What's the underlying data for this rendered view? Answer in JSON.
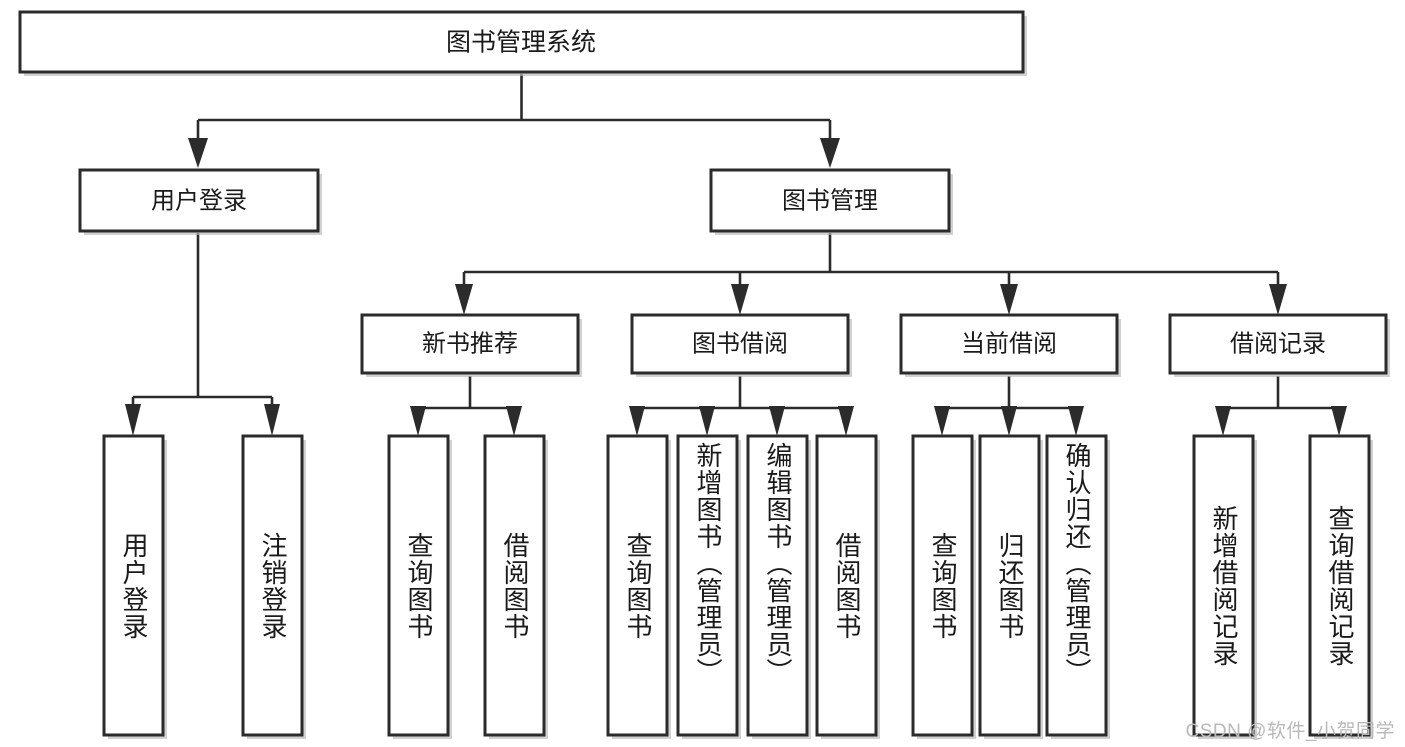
{
  "diagram": {
    "type": "tree",
    "title": "图书管理系统",
    "orientation": "top-down",
    "watermark": "CSDN @软件_小贺同学",
    "colors": {
      "box_fill": "#ffffff",
      "box_stroke": "#2b2b2b",
      "edge": "#2b2b2b",
      "text": "#1a1a1a",
      "watermark": "#b9b9b9"
    },
    "levels": {
      "root": {
        "label": "图书管理系统"
      },
      "level2": [
        {
          "label": "用户登录"
        },
        {
          "label": "图书管理"
        }
      ],
      "level3": [
        {
          "label": "新书推荐",
          "parent": "图书管理"
        },
        {
          "label": "图书借阅",
          "parent": "图书管理"
        },
        {
          "label": "当前借阅",
          "parent": "图书管理"
        },
        {
          "label": "借阅记录",
          "parent": "图书管理"
        }
      ],
      "leaves": [
        {
          "label": "用户登录",
          "parent": "用户登录"
        },
        {
          "label": "注销登录",
          "parent": "用户登录"
        },
        {
          "label": "查询图书",
          "parent": "新书推荐"
        },
        {
          "label": "借阅图书",
          "parent": "新书推荐"
        },
        {
          "label": "查询图书",
          "parent": "图书借阅"
        },
        {
          "label": "新增图书（管理员）",
          "parent": "图书借阅"
        },
        {
          "label": "编辑图书（管理员）",
          "parent": "图书借阅"
        },
        {
          "label": "借阅图书",
          "parent": "图书借阅"
        },
        {
          "label": "查询图书",
          "parent": "当前借阅"
        },
        {
          "label": "归还图书",
          "parent": "当前借阅"
        },
        {
          "label": "确认归还（管理员）",
          "parent": "当前借阅"
        },
        {
          "label": "新增借阅记录",
          "parent": "借阅记录"
        },
        {
          "label": "查询借阅记录",
          "parent": "借阅记录"
        }
      ]
    }
  }
}
